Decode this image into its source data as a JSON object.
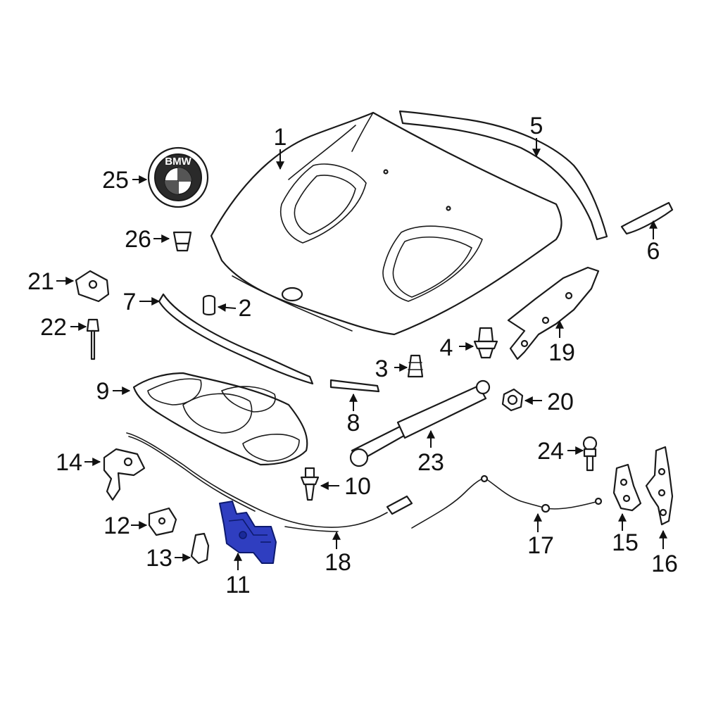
{
  "diagram": {
    "highlight_color": "#2f3ec0",
    "line_color": "#1a1a1a",
    "logo_text": "BMW"
  },
  "callouts": [
    {
      "key": "p1",
      "label": "1"
    },
    {
      "key": "p2",
      "label": "2"
    },
    {
      "key": "p3",
      "label": "3"
    },
    {
      "key": "p4",
      "label": "4"
    },
    {
      "key": "p5",
      "label": "5"
    },
    {
      "key": "p6",
      "label": "6"
    },
    {
      "key": "p7",
      "label": "7"
    },
    {
      "key": "p8",
      "label": "8"
    },
    {
      "key": "p9",
      "label": "9"
    },
    {
      "key": "p10",
      "label": "10"
    },
    {
      "key": "p11",
      "label": "11",
      "highlighted": true
    },
    {
      "key": "p12",
      "label": "12"
    },
    {
      "key": "p13",
      "label": "13"
    },
    {
      "key": "p14",
      "label": "14"
    },
    {
      "key": "p15",
      "label": "15"
    },
    {
      "key": "p16",
      "label": "16"
    },
    {
      "key": "p17",
      "label": "17"
    },
    {
      "key": "p18",
      "label": "18"
    },
    {
      "key": "p19",
      "label": "19"
    },
    {
      "key": "p20",
      "label": "20"
    },
    {
      "key": "p21",
      "label": "21"
    },
    {
      "key": "p22",
      "label": "22"
    },
    {
      "key": "p23",
      "label": "23"
    },
    {
      "key": "p24",
      "label": "24"
    },
    {
      "key": "p25",
      "label": "25"
    },
    {
      "key": "p26",
      "label": "26"
    }
  ]
}
